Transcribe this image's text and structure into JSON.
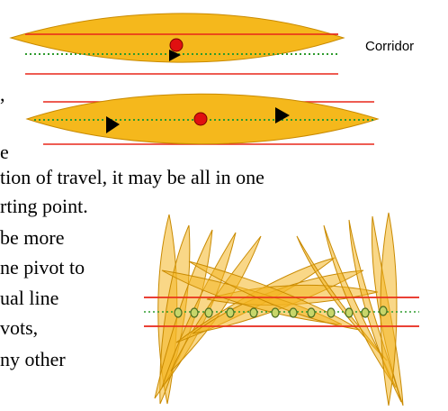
{
  "labels": {
    "corridor": "Corridor"
  },
  "text_fragments": {
    "line1": ",",
    "line2": "e",
    "line3": "tion of travel, it may be all in one",
    "line4": "rting point.",
    "line5": "be more",
    "line6": "ne pivot to",
    "line7": "ual line",
    "line8": "vots,",
    "line9": "ny other"
  },
  "colors": {
    "shape_fill": "#f5b81c",
    "shape_fill_translucent": "#f4b72466",
    "shape_stroke": "#c98a00",
    "corridor_line": "#e8261a",
    "center_line": "#2e9b2e",
    "pivot_dot": "#e01010",
    "arrow": "#000000",
    "pivot_circle_fill": "#c7d66a",
    "pivot_circle_stroke": "#4a6b1f"
  },
  "icons": {
    "pivot": "red-circle-icon",
    "direction": "black-triangle-arrow-icon"
  }
}
